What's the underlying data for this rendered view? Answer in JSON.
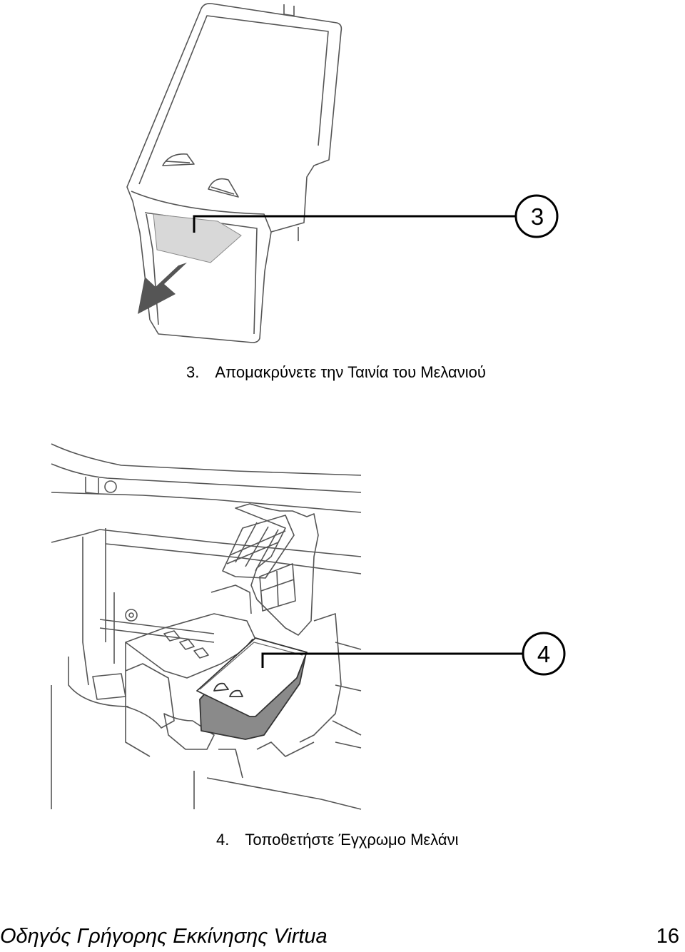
{
  "steps": [
    {
      "callout": "3",
      "number": "3.",
      "text": "Απομακρύνετε την Ταινία του Μελανιού"
    },
    {
      "callout": "4",
      "number": "4.",
      "text": "Τοποθετήστε Έγχρωμο Μελάνι"
    }
  ],
  "footer": {
    "title": "Οδηγός Γρήγορης Εκκίνησης Virtua",
    "page_number": "16"
  }
}
